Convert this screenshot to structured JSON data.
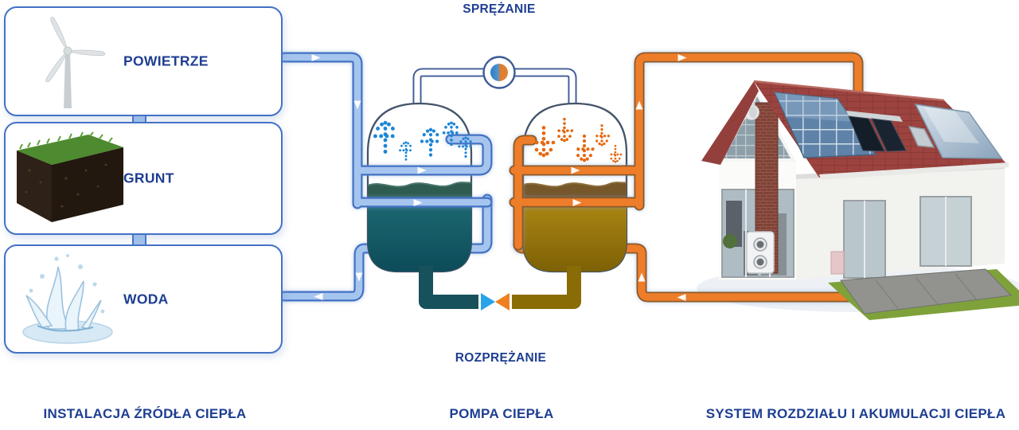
{
  "process_labels": {
    "compression": "SPRĘŻANIE",
    "expansion": "ROZPRĘŻANIE"
  },
  "source_boxes": [
    {
      "label": "POWIETRZE",
      "icon": "wind-turbine-icon"
    },
    {
      "label": "GRUNT",
      "icon": "soil-block-icon"
    },
    {
      "label": "WODA",
      "icon": "water-splash-icon"
    }
  ],
  "captions": {
    "sources": "INSTALACJA ŹRÓDŁA CIEPŁA",
    "heat_pump": "POMPA CIEPŁA",
    "distribution": "SYSTEM ROZDZIAŁU I AKUMULACJI CIEPŁA"
  },
  "icons": {
    "compressor": "compressor-ball-icon",
    "valve": "expansion-valve-icon",
    "evaporation": "evaporation-arrows-icon",
    "condensation": "condensation-arrows-icon",
    "house": "house-illustration"
  },
  "colors": {
    "label_navy": "#1e3e92",
    "pipe_blue_fill": "#a6c5ee",
    "pipe_blue_stroke": "#4372c4",
    "pipe_orange_fill": "#ee7d2a",
    "pipe_orange_stroke": "#8c5a28",
    "refrigerant_stroke": "#3d5a96",
    "cold_liquid_pipe": "#17525c",
    "hot_liquid_pipe": "#8a6c07",
    "valve_blue": "#29a3e8",
    "valve_orange": "#f0801f",
    "arrow_blue": "#1d86d8",
    "arrow_orange": "#e5680f",
    "tank_outline": "#44546a"
  }
}
